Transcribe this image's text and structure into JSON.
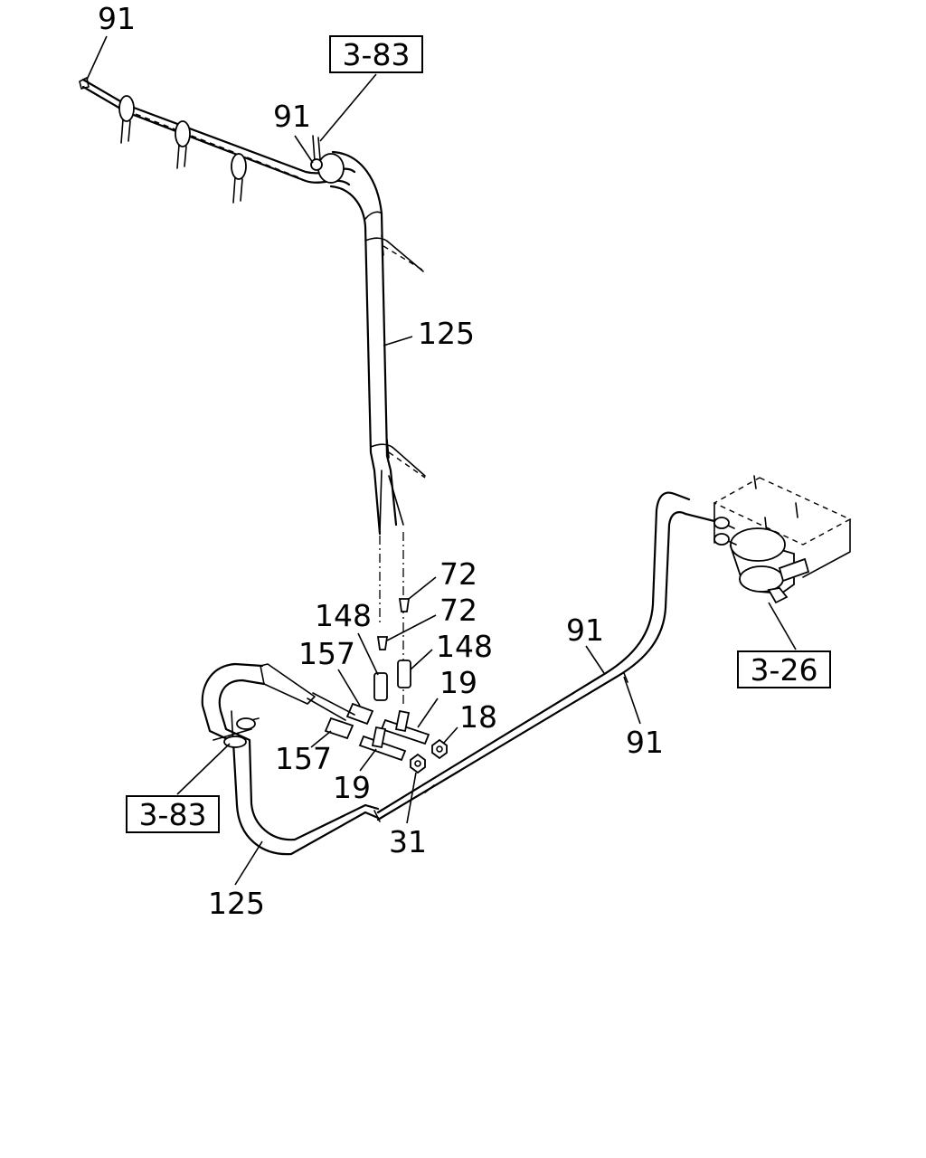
{
  "callouts": {
    "pipe_91_top_left": "91",
    "pipe_91_clamp": "91",
    "hose_125_upper": "125",
    "plug_72_a": "72",
    "plug_72_b": "72",
    "sleeve_148_left": "148",
    "sleeve_148_right": "148",
    "sleeve_157_upper": "157",
    "sleeve_157_lower": "157",
    "tee_19_upper": "19",
    "tee_19_lower": "19",
    "nut_18": "18",
    "nut_31": "31",
    "pipe_91_mid": "91",
    "pipe_91_right": "91",
    "hose_125_lower": "125"
  },
  "references": {
    "ref_3_83_top": "3-83",
    "ref_3_83_bottom": "3-83",
    "ref_3_26": "3-26"
  }
}
